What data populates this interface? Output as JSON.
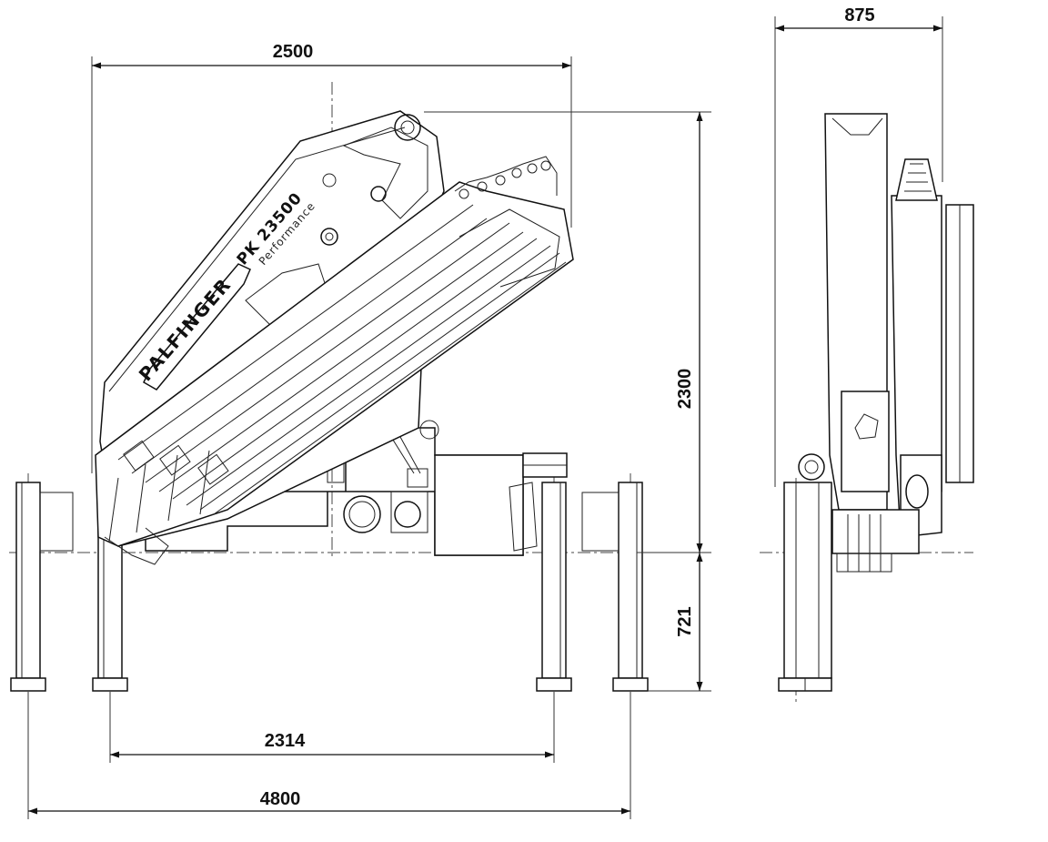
{
  "drawing": {
    "brand_label": "PALFINGER",
    "model_label": "PK 23500",
    "variant_label": "Performance"
  },
  "dimensions": {
    "overall_width": "2500",
    "side_width": "875",
    "height_above_base": "2300",
    "height_below_base": "721",
    "inner_outrigger_span": "2314",
    "outer_outrigger_span": "4800"
  }
}
